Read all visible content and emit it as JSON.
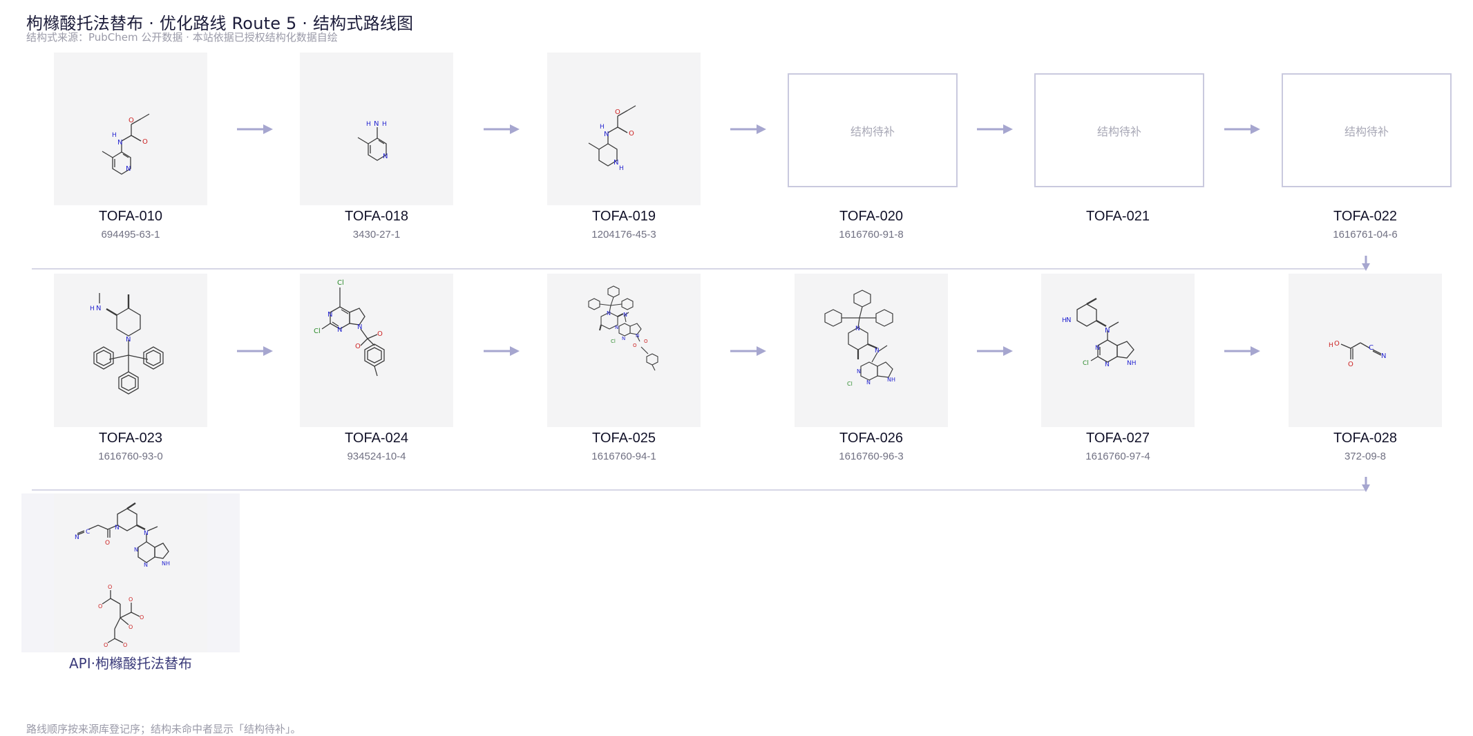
{
  "header": {
    "title": "枸橼酸托法替布 · 优化路线 Route 5 · 结构式路线图",
    "subtitle": "结构式来源：PubChem 公开数据 · 本站依据已授权结构化数据自绘"
  },
  "placeholder_text": "结构待补",
  "compounds": [
    {
      "id": "TOFA-010",
      "cas": "694495-63-1"
    },
    {
      "id": "TOFA-018",
      "cas": "3430-27-1"
    },
    {
      "id": "TOFA-019",
      "cas": "1204176-45-3"
    },
    {
      "id": "TOFA-020",
      "cas": "1616760-91-8"
    },
    {
      "id": "TOFA-021",
      "cas": ""
    },
    {
      "id": "TOFA-022",
      "cas": "1616761-04-6"
    },
    {
      "id": "TOFA-023",
      "cas": "1616760-93-0"
    },
    {
      "id": "TOFA-024",
      "cas": "934524-10-4"
    },
    {
      "id": "TOFA-025",
      "cas": "1616760-94-1"
    },
    {
      "id": "TOFA-026",
      "cas": "1616760-96-3"
    },
    {
      "id": "TOFA-027",
      "cas": "1616760-97-4"
    },
    {
      "id": "TOFA-028",
      "cas": "372-09-8"
    }
  ],
  "api": {
    "label": "API·枸橼酸托法替布"
  },
  "atoms": {
    "N": "N",
    "H": "H",
    "O": "O",
    "Cl": "Cl",
    "NH": "NH",
    "C": "C"
  },
  "colors": {
    "arrow": "#a6a6cf",
    "nitrogen": "#2424d0",
    "oxygen": "#cc2222",
    "chlorine": "#2a8a2a",
    "bond": "#3a3a3a",
    "placeholder_border": "#c9c9de"
  },
  "footer": {
    "note": "路线顺序按来源库登记序；结构未命中者显示「结构待补」。"
  }
}
